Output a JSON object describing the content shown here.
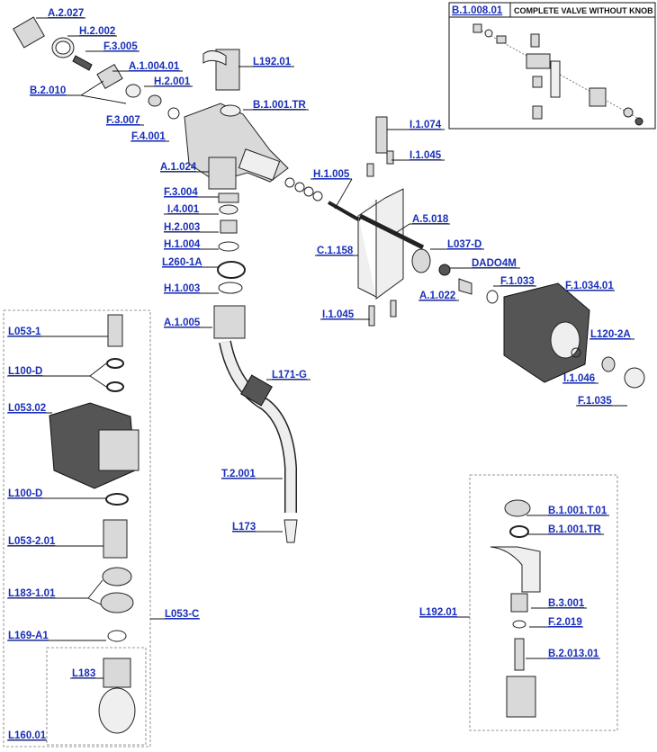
{
  "inset": {
    "code": "B.1.008.01",
    "title": "COMPLETE VALVE WITHOUT KNOB"
  },
  "labels": [
    {
      "id": "a2027",
      "text": "A.2.027"
    },
    {
      "id": "h2002",
      "text": "H.2.002"
    },
    {
      "id": "f3005",
      "text": "F.3.005"
    },
    {
      "id": "a100401",
      "text": "A.1.004.01"
    },
    {
      "id": "b2010",
      "text": "B.2.010"
    },
    {
      "id": "h2001",
      "text": "H.2.001"
    },
    {
      "id": "f3007",
      "text": "F.3.007"
    },
    {
      "id": "f4001",
      "text": "F.4.001"
    },
    {
      "id": "l19201a",
      "text": "L192.01"
    },
    {
      "id": "b1001tra",
      "text": "B.1.001.TR"
    },
    {
      "id": "i1074",
      "text": "I.1.074"
    },
    {
      "id": "i1045a",
      "text": "I.1.045"
    },
    {
      "id": "a1024",
      "text": "A.1.024"
    },
    {
      "id": "h1005",
      "text": "H.1.005"
    },
    {
      "id": "f3004",
      "text": "F.3.004"
    },
    {
      "id": "i4001",
      "text": "I.4.001"
    },
    {
      "id": "h2003",
      "text": "H.2.003"
    },
    {
      "id": "h1004",
      "text": "H.1.004"
    },
    {
      "id": "l2601a",
      "text": "L260-1A"
    },
    {
      "id": "h1003",
      "text": "H.1.003"
    },
    {
      "id": "a5018",
      "text": "A.5.018"
    },
    {
      "id": "c1158",
      "text": "C.1.158"
    },
    {
      "id": "l037d",
      "text": "L037-D"
    },
    {
      "id": "dado4m",
      "text": "DADO4M"
    },
    {
      "id": "f1033",
      "text": "F.1.033"
    },
    {
      "id": "f103401",
      "text": "F.1.034.01"
    },
    {
      "id": "a1022",
      "text": "A.1.022"
    },
    {
      "id": "i1045b",
      "text": "I.1.045"
    },
    {
      "id": "a1005",
      "text": "A.1.005"
    },
    {
      "id": "l0531",
      "text": "L053-1"
    },
    {
      "id": "l100da",
      "text": "L100-D"
    },
    {
      "id": "l05302",
      "text": "L053.02"
    },
    {
      "id": "l171g",
      "text": "L171-G"
    },
    {
      "id": "l1202a",
      "text": "L120-2A"
    },
    {
      "id": "i1046",
      "text": "I.1.046"
    },
    {
      "id": "f1035",
      "text": "F.1.035"
    },
    {
      "id": "t2001",
      "text": "T.2.001"
    },
    {
      "id": "l100db",
      "text": "L100-D"
    },
    {
      "id": "l173",
      "text": "L173"
    },
    {
      "id": "l053201",
      "text": "L053-2.01"
    },
    {
      "id": "l183101",
      "text": "L183-1.01"
    },
    {
      "id": "l053c",
      "text": "L053-C"
    },
    {
      "id": "l169a1",
      "text": "L169-A1"
    },
    {
      "id": "l183",
      "text": "L183"
    },
    {
      "id": "l16001",
      "text": "L160.01"
    },
    {
      "id": "b1001t01",
      "text": "B.1.001.T.01"
    },
    {
      "id": "b1001trb",
      "text": "B.1.001.TR"
    },
    {
      "id": "l19201b",
      "text": "L192.01"
    },
    {
      "id": "b3001",
      "text": "B.3.001"
    },
    {
      "id": "f2019",
      "text": "F.2.019"
    },
    {
      "id": "b201301",
      "text": "B.2.013.01"
    }
  ]
}
